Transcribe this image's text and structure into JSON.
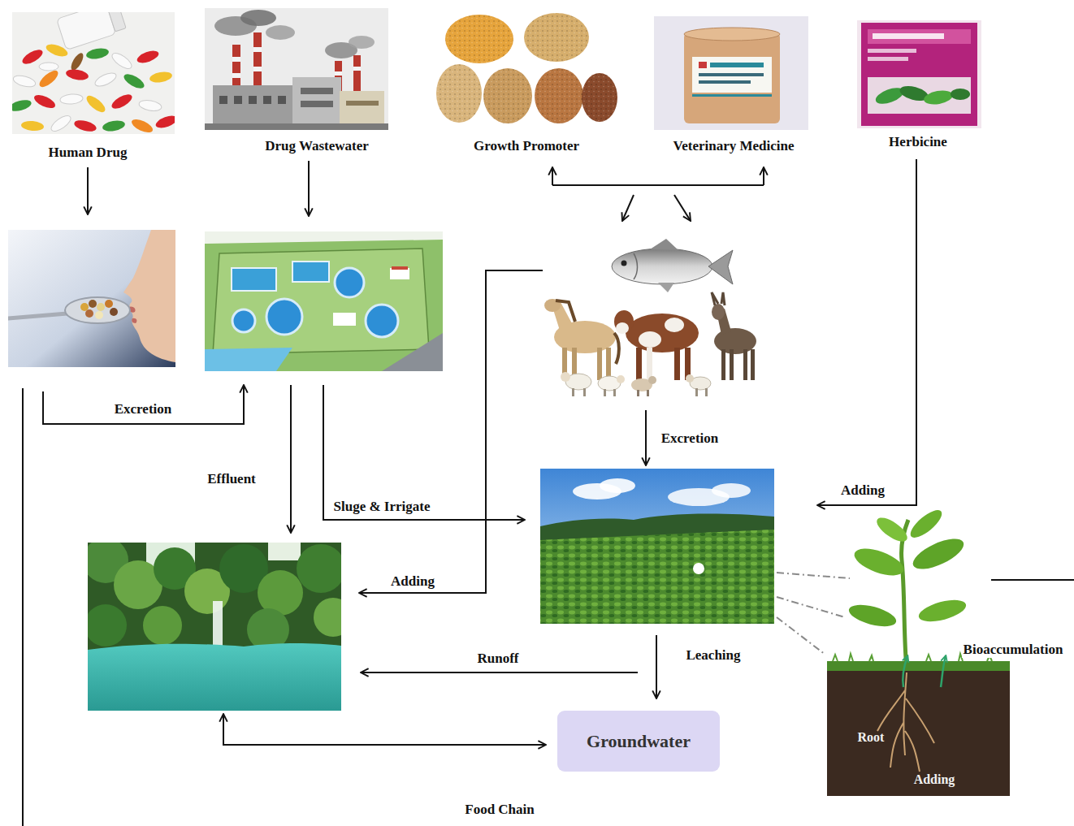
{
  "diagram": {
    "nodes": [
      {
        "text": [
          "Human Drug"
        ]
      },
      {
        "text": [
          "Drug Wastewater"
        ]
      },
      {
        "text": [
          "Growth Promoter"
        ]
      },
      {
        "text": [
          "Veterinary Medicine"
        ]
      },
      {
        "text": [
          "Herbicine"
        ]
      },
      {
        "text": [
          "Root",
          "Adding"
        ]
      },
      {
        "text": [
          "Groundwater"
        ]
      }
    ],
    "labels": [
      "Excretion",
      "Excretion",
      "Effluent",
      "Adding",
      "Sluge & Irrigate",
      "Adding",
      "Bioaccumulation",
      "Leaching",
      "Runoff",
      "Food Chain"
    ]
  }
}
